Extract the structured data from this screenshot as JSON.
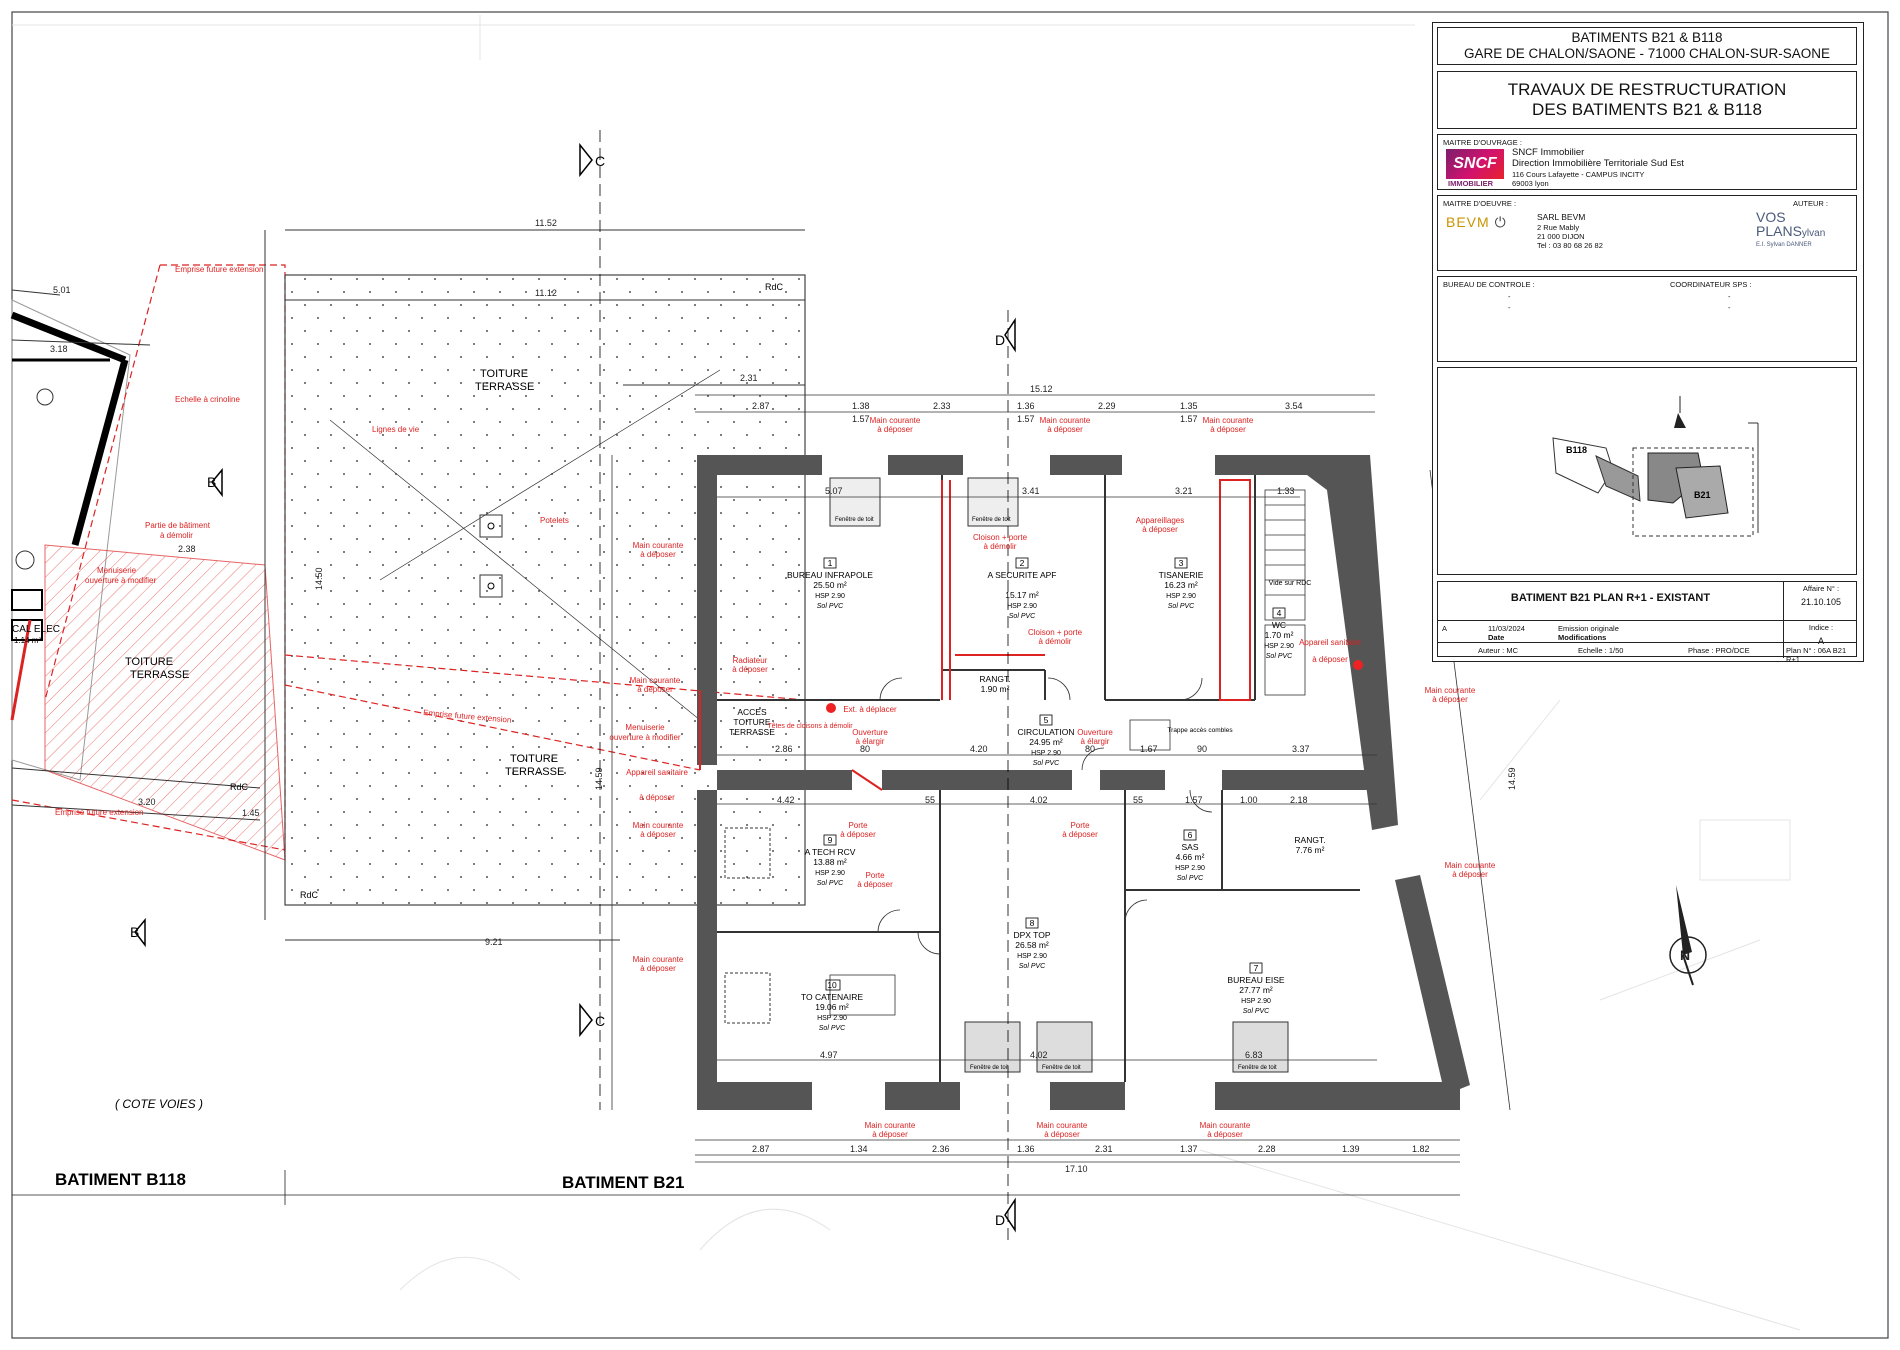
{
  "cartouche": {
    "project_line1": "BATIMENTS B21 & B118",
    "project_line2": "GARE DE CHALON/SAONE - 71000 CHALON-SUR-SAONE",
    "title_line1": "TRAVAUX DE RESTRUCTURATION",
    "title_line2": "DES BATIMENTS B21 & B118",
    "owner_label": "MAITRE D'OUVRAGE :",
    "owner_logo_text": "SNCF",
    "owner_logo_sub": "IMMOBILIER",
    "owner_name": "SNCF Immobilier",
    "owner_dept": "Direction Immobilière Territoriale Sud Est",
    "owner_address": "116 Cours Lafayette - CAMPUS INCITY",
    "owner_city": "69003 lyon",
    "moe_label": "MAITRE D'OEUVRE :",
    "moe_logo_text": "BEVM",
    "moe_name": "SARL BEVM",
    "moe_street": "2 Rue Mably",
    "moe_city": "21 000 DIJON",
    "moe_tel": "Tel : 03 80 68 26 82",
    "author_label": "AUTEUR :",
    "author_logo_a": "VOS",
    "author_logo_b": "PLANS",
    "author_logo_c": "ylvan",
    "author_logo_sub": "E.I. Sylvan DANNER",
    "control_label": "BUREAU DE CONTROLE :",
    "control_value": "-",
    "sps_label": "COORDINATEUR SPS :",
    "sps_value": "-",
    "sheet_title": "BATIMENT B21 PLAN R+1 - EXISTANT",
    "affaire_label": "Affaire N° :",
    "affaire_value": "21.10.105",
    "indice_label": "Indice :",
    "indice_value": "A",
    "rev_index": "A",
    "rev_date": "11/03/2024",
    "rev_text": "Emission originale",
    "rev_head_date": "Date",
    "rev_head_mod": "Modifications",
    "auteur_field": "Auteur : MC",
    "echelle_field": "Echelle : 1/50",
    "phase_field": "Phase : PRO/DCE",
    "plan_field": "Plan N° : 06A B21 R+1",
    "key_b118": "B118",
    "key_b21": "B21"
  },
  "plan": {
    "building_b118": "BATIMENT B118",
    "building_b21": "BATIMENT B21",
    "cote_voies": "( COTE VOIES )",
    "terrasse": "TOITURE",
    "terrasse2": "TERRASSE",
    "rdc": "RdC",
    "section_c": "C",
    "section_d": "D",
    "section_b": "B",
    "local_elec": "CAL ELEC",
    "local_elec_area": "1.14 m²",
    "emprise": "Emprise future extension",
    "acces_toiture_1": "ACCES",
    "acces_toiture_2": "TOITURE",
    "acces_toiture_3": "TERRASSE",
    "north": "N"
  },
  "rooms": [
    {
      "num": "1",
      "name": "BUREAU INFRAPOLE",
      "area": "25.50 m²",
      "hsp": "HSP 2.90",
      "sol": "Sol PVC"
    },
    {
      "num": "2",
      "name": "A SECURITE APF",
      "area": "15.17 m²",
      "hsp": "HSP 2.90",
      "sol": "Sol PVC"
    },
    {
      "num": "3",
      "name": "TISANERIE",
      "area": "16.23 m²",
      "hsp": "HSP 2.90",
      "sol": "Sol PVC"
    },
    {
      "num": "4",
      "name": "WC",
      "area": "1.70 m²",
      "hsp": "HSP 2.90",
      "sol": "Sol PVC"
    },
    {
      "num": "5",
      "name": "CIRCULATION",
      "area": "24.95 m²",
      "hsp": "HSP 2.90",
      "sol": "Sol PVC"
    },
    {
      "num": "6",
      "name": "SAS",
      "area": "4.66 m²",
      "hsp": "HSP 2.90",
      "sol": "Sol PVC"
    },
    {
      "num": "7",
      "name": "BUREAU EISE",
      "area": "27.77 m²",
      "hsp": "HSP 2.90",
      "sol": "Sol PVC"
    },
    {
      "num": "8",
      "name": "DPX TOP",
      "area": "26.58 m²",
      "hsp": "HSP 2.90",
      "sol": "Sol PVC"
    },
    {
      "num": "9",
      "name": "A TECH RCV",
      "area": "13.88 m²",
      "hsp": "HSP 2.90",
      "sol": "Sol PVC"
    },
    {
      "num": "10",
      "name": "TO CATENAIRE",
      "area": "19.06 m²",
      "hsp": "HSP 2.90",
      "sol": "Sol PVC"
    }
  ],
  "rangt_small": {
    "name": "RANGT.",
    "area": "1.90 m²"
  },
  "rangt_large": {
    "name": "RANGT.",
    "area": "7.76 m²"
  },
  "annotations": {
    "main_courante": "Main courante",
    "a_deposer": "à déposer",
    "cloison_1": "Cloison + porte",
    "cloison_2": "à démolir",
    "appareillages": "Appareillages",
    "appareil_sanitaire": "Appareil sanitaire",
    "radiateur": "Radiateur",
    "ouverture_1": "Ouverture",
    "ouverture_2": "à élargir",
    "porte": "Porte",
    "menuiserie_1": "Menuiserie",
    "menuiserie_2": "ouverture à modifier",
    "potelets": "Potelets",
    "lignes_vie": "Lignes de vie",
    "echelle": "Echelle à crinoline",
    "partie_batiment": "Partie de bâtiment",
    "partie_batiment_2": "à démolir",
    "ext_deplacer": "Ext. à déplacer",
    "tetes_cloisons": "Têtes de cloisons à démolir",
    "fenetre_toit": "Fenêtre de toit",
    "vide_rdc": "Vide sur RDC",
    "tremie": "Trappe accès combles"
  },
  "dimensions": {
    "top_total": "15.12",
    "top_a": "2.87",
    "top_b": "1.38",
    "top_c": "2.33",
    "top_d": "1.36",
    "top_e": "2.29",
    "top_f": "1.35",
    "top_g": "3.54",
    "top_sub": "1.57",
    "terrace_w": "11.52",
    "terrace_w2": "11.12",
    "terrace_sub": "2.31",
    "bottom_total": "17.10",
    "bot_a": "2.87",
    "bot_b": "1.34",
    "bot_c": "2.36",
    "bot_d": "1.36",
    "bot_e": "2.31",
    "bot_f": "1.37",
    "bot_g": "2.28",
    "bot_h": "1.39",
    "bot_i": "1.82",
    "left_total": "14.59",
    "right_total": "14.59",
    "left_terr": "14.50",
    "r1_w": "5.07",
    "r2_w": "3.41",
    "r3_w": "3.21",
    "r4_w": "1.33",
    "circ_a": "2.86",
    "circ_b": "80",
    "circ_c": "4.20",
    "circ_d": "80",
    "circ_e": "1.67",
    "circ_f": "90",
    "circ_g": "3.37",
    "mid_a": "4.42",
    "mid_b": "55",
    "mid_c": "4.02",
    "mid_d": "55",
    "mid_e": "1.57",
    "mid_f": "1.00",
    "mid_g": "2.18",
    "bot_r10": "4.97",
    "bot_r8": "4.02",
    "bot_r7": "6.83",
    "b118_a": "5.01",
    "b118_b": "3.18",
    "b118_c": "2.38",
    "b118_d": "3.20",
    "b118_e": "1.45",
    "b118_f": "9.21"
  }
}
